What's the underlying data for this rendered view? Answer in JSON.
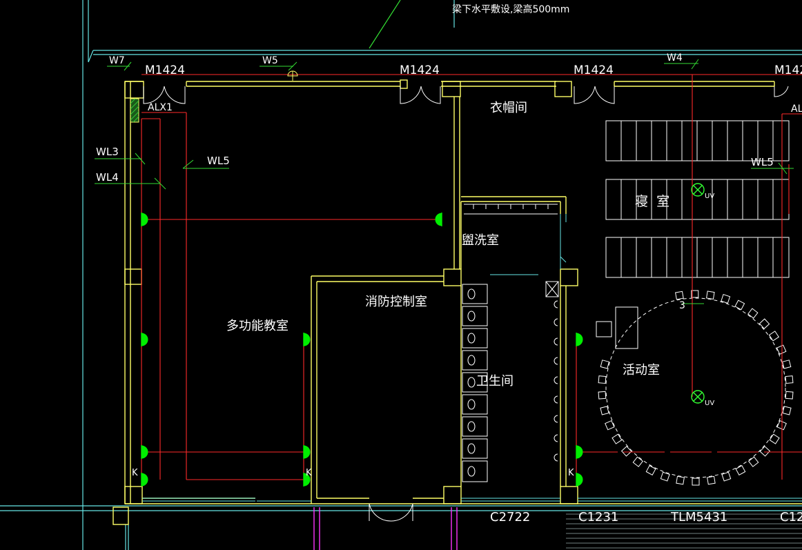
{
  "note": "梁下水平敷设,梁高500mm",
  "doors": {
    "d1": "M1424",
    "d2": "M1424",
    "d3": "M1424",
    "d4": "M142"
  },
  "circuits": {
    "w7": "W7",
    "w5": "W5",
    "w4": "W4",
    "wl3": "WL3",
    "wl4": "WL4",
    "wl5_left": "WL5",
    "wl5_right": "WL5"
  },
  "panels": {
    "alx1": "ALX1",
    "al_right": "AL"
  },
  "rooms": {
    "multi": "多功能教室",
    "fire": "消防控制室",
    "cloak": "衣帽间",
    "wash": "盥洗室",
    "toilet": "卫生间",
    "dorm": "寝  室",
    "activity": "活动室"
  },
  "windows": {
    "c2722": "C2722",
    "c1231": "C1231",
    "tlm": "TLM5431",
    "c12": "C12"
  },
  "symbols": {
    "uv": "UV",
    "k": "K",
    "three": "3"
  },
  "colors": {
    "wall": "#ffff66",
    "wire": "#ff2a2a",
    "axis": "#66e6e6",
    "label": "#ffffff",
    "fixture": "#00ee00",
    "leader": "#33dd33",
    "magenta": "#ff33ff"
  }
}
